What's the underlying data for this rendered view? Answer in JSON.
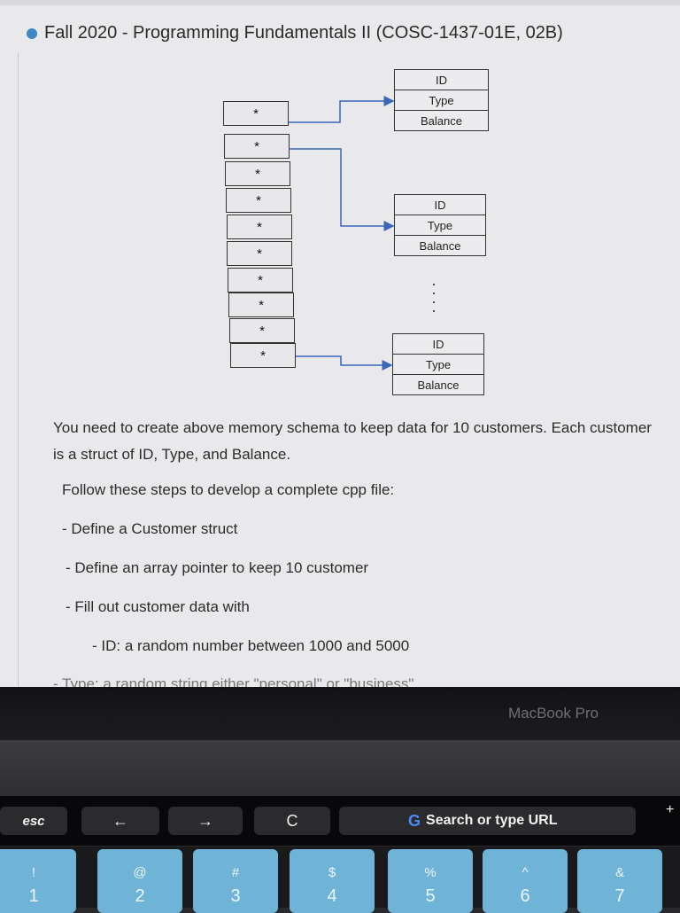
{
  "course": {
    "title": "Fall 2020 - Programming Fundamentals II (COSC-1437-01E, 02B)"
  },
  "diagram": {
    "array_cells": [
      "*",
      "*",
      "*",
      "*",
      "*",
      "*",
      "*",
      "*",
      "*",
      "*"
    ],
    "record_fields": [
      "ID",
      "Type",
      "Balance"
    ],
    "ellipsis": ":"
  },
  "assignment": {
    "intro": "You need to create above memory schema to keep data for 10 customers. Each customer is a struct of ID, Type, and Balance.",
    "steps_heading": "Follow these steps to develop a complete cpp file:",
    "step1": "- Define a Customer struct",
    "step2": "- Define an array pointer to keep 10 customer",
    "step3": "- Fill out customer data with",
    "step3_sub1": "- ID: a random number between 1000 and 5000",
    "step3_sub2_partial": "- Type: a random string either \"personal\" or \"business\""
  },
  "device": {
    "brand": "MacBook Pro",
    "touchbar": {
      "esc": "esc",
      "back": "←",
      "forward": "→",
      "reload": "C",
      "google_g": "G",
      "search": "Search or type URL",
      "edge": "+"
    },
    "keys": [
      {
        "top": "!",
        "bottom": "1"
      },
      {
        "top": "@",
        "bottom": "2"
      },
      {
        "top": "#",
        "bottom": "3"
      },
      {
        "top": "$",
        "bottom": "4"
      },
      {
        "top": "%",
        "bottom": "5"
      },
      {
        "top": "^",
        "bottom": "6"
      },
      {
        "top": "&",
        "bottom": "7"
      }
    ]
  },
  "colors": {
    "accent_dot": "#3f86c4",
    "arrow": "#3a66b8",
    "key_backlight": "#6fb3d6"
  }
}
